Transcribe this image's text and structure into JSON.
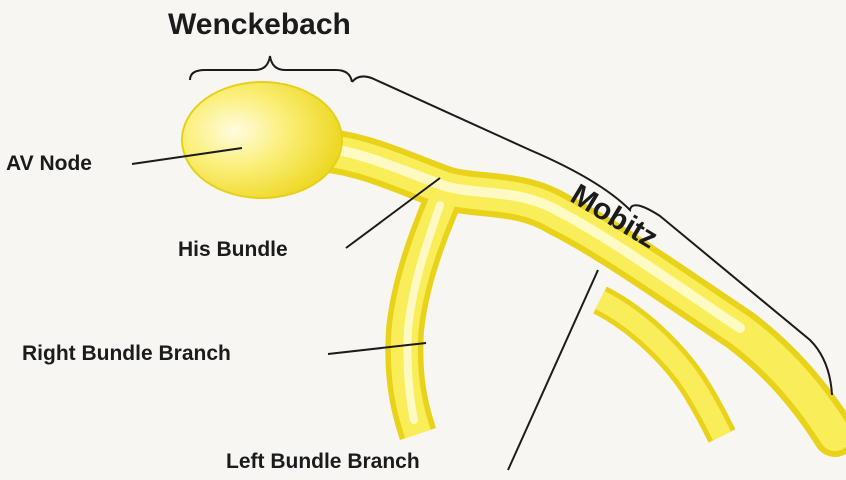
{
  "colors": {
    "background": "#f7f6f3",
    "conduction_fill": "#f6e83c",
    "conduction_edge": "#e7cf12",
    "conduction_highlight": "#fffce0",
    "ink": "#1b1b1b"
  },
  "regions": {
    "wenckebach": "Wenckebach",
    "mobitz": "Mobitz"
  },
  "labels": {
    "av_node": "AV Node",
    "his_bundle": "His Bundle",
    "right_bundle_branch": "Right Bundle Branch",
    "left_bundle_branch": "Left Bundle Branch"
  }
}
